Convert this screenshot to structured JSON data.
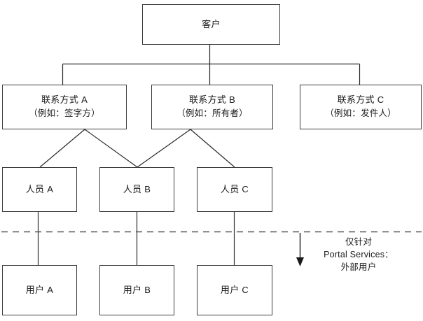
{
  "diagram": {
    "type": "hierarchy",
    "levels": [
      {
        "name": "customer",
        "nodes": [
          {
            "id": "customer",
            "label": "客户"
          }
        ]
      },
      {
        "name": "contact-methods",
        "nodes": [
          {
            "id": "contact-a",
            "label": "联系方式 A",
            "sublabel": "（例如：签字方）"
          },
          {
            "id": "contact-b",
            "label": "联系方式 B",
            "sublabel": "（例如：所有者）"
          },
          {
            "id": "contact-c",
            "label": "联系方式 C",
            "sublabel": "（例如：发件人）"
          }
        ]
      },
      {
        "name": "persons",
        "nodes": [
          {
            "id": "person-a",
            "label": "人员 A"
          },
          {
            "id": "person-b",
            "label": "人员 B"
          },
          {
            "id": "person-c",
            "label": "人员 C"
          }
        ]
      },
      {
        "name": "users",
        "nodes": [
          {
            "id": "user-a",
            "label": "用户 A"
          },
          {
            "id": "user-b",
            "label": "用户 B"
          },
          {
            "id": "user-c",
            "label": "用户 C"
          }
        ]
      }
    ],
    "boundary_note": {
      "line1": "仅针对",
      "line2": "Portal Services：",
      "line3": "外部用户"
    },
    "colors": {
      "stroke": "#3c3c3c",
      "connector": "#2b2b2b",
      "dashed": "#555555",
      "background": "#ffffff",
      "text": "#1a1a1a"
    }
  }
}
